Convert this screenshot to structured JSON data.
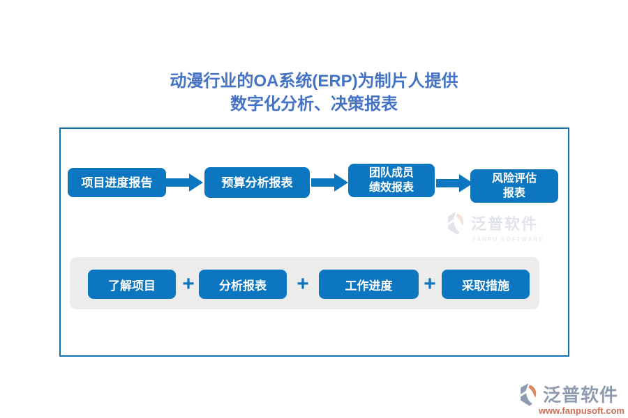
{
  "title": {
    "line1": "动漫行业的OA系统(ERP)为制片人提供",
    "line2": "数字化分析、决策报表"
  },
  "flow": {
    "steps": [
      {
        "line1": "项目进度报告",
        "line2": ""
      },
      {
        "line1": "预算分析报表",
        "line2": ""
      },
      {
        "line1": "团队成员",
        "line2": "绩效报表"
      },
      {
        "line1": "风险评估",
        "line2": "报表"
      }
    ]
  },
  "actions": {
    "separator": "+",
    "buttons": [
      {
        "label": "了解项目"
      },
      {
        "label": "分析报表"
      },
      {
        "label": "工作进度"
      },
      {
        "label": "采取措施"
      }
    ]
  },
  "watermark": {
    "name": "泛普软件",
    "subtitle": "FANPU SOFTWARE"
  },
  "footer": {
    "brand": "泛普软件",
    "url": "www.fanpusoft.com"
  },
  "colors": {
    "primary_blue": "#0d76c0",
    "title_blue": "#4472c4",
    "border_blue": "#1171b5",
    "panel_gray": "#ececec",
    "logo_gray": "#8e9bb0",
    "logo_orange": "#c96f55"
  }
}
